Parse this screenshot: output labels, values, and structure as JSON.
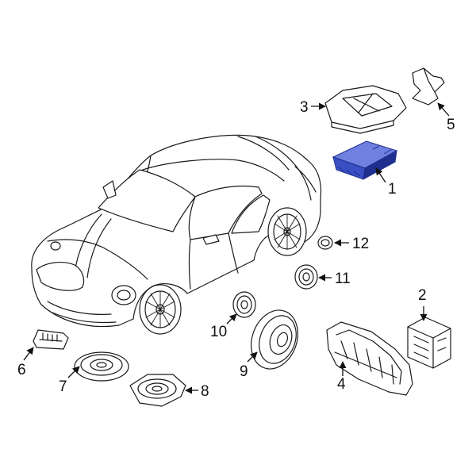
{
  "colors": {
    "background": "#ffffff",
    "line": "#1a1a1a",
    "highlight": "#3a4fc4",
    "highlight_dark": "#1f2f8e",
    "highlight_light": "#6f80e0"
  },
  "highlighted_part": "1",
  "callouts": [
    {
      "id": "1",
      "label": "1"
    },
    {
      "id": "2",
      "label": "2"
    },
    {
      "id": "3",
      "label": "3"
    },
    {
      "id": "4",
      "label": "4"
    },
    {
      "id": "5",
      "label": "5"
    },
    {
      "id": "6",
      "label": "6"
    },
    {
      "id": "7",
      "label": "7"
    },
    {
      "id": "8",
      "label": "8"
    },
    {
      "id": "9",
      "label": "9"
    },
    {
      "id": "10",
      "label": "10"
    },
    {
      "id": "11",
      "label": "11"
    },
    {
      "id": "12",
      "label": "12"
    }
  ]
}
